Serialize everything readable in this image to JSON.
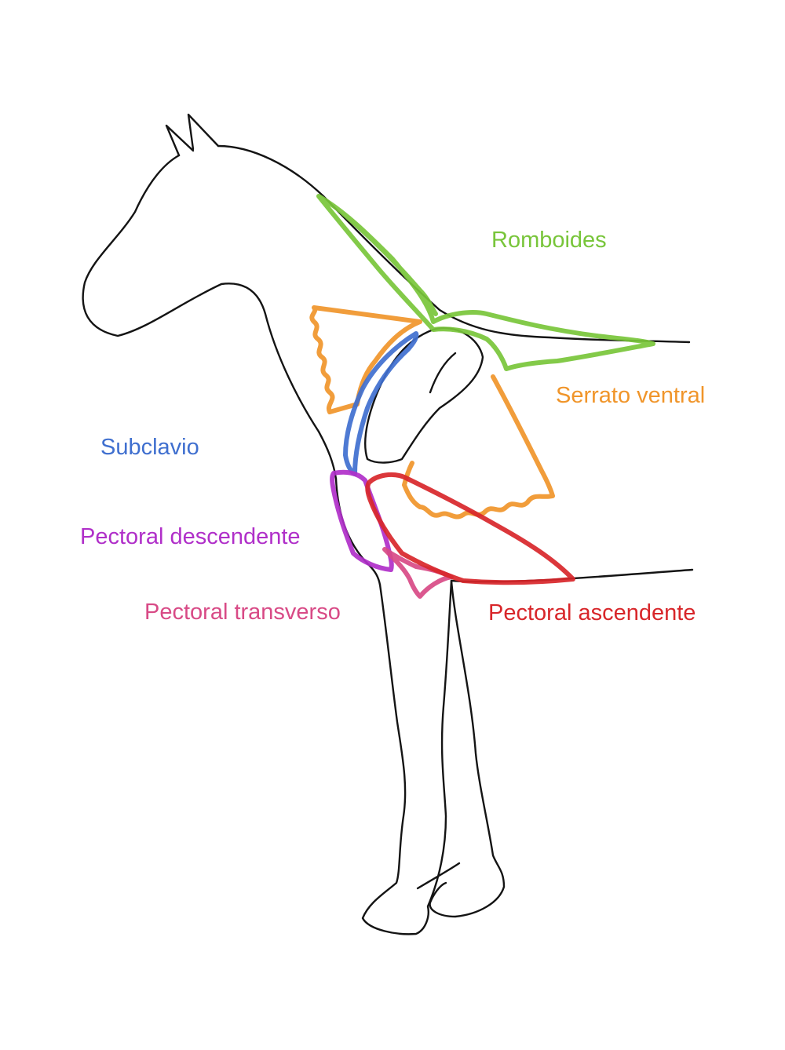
{
  "labels": {
    "romboides": "Romboides",
    "serrato_ventral": "Serrato ventral",
    "subclavio": "Subclavio",
    "pectoral_descendente": "Pectoral descendente",
    "pectoral_transverso": "Pectoral transverso",
    "pectoral_ascendente": "Pectoral ascendente"
  },
  "colors": {
    "outline": "#141414",
    "romboides": "#78c53a",
    "serrato_ventral": "#f0952a",
    "subclavio": "#3f6fcf",
    "pectoral_descendente": "#b02fc9",
    "pectoral_transverso": "#d84a86",
    "pectoral_ascendente": "#d8262a"
  }
}
